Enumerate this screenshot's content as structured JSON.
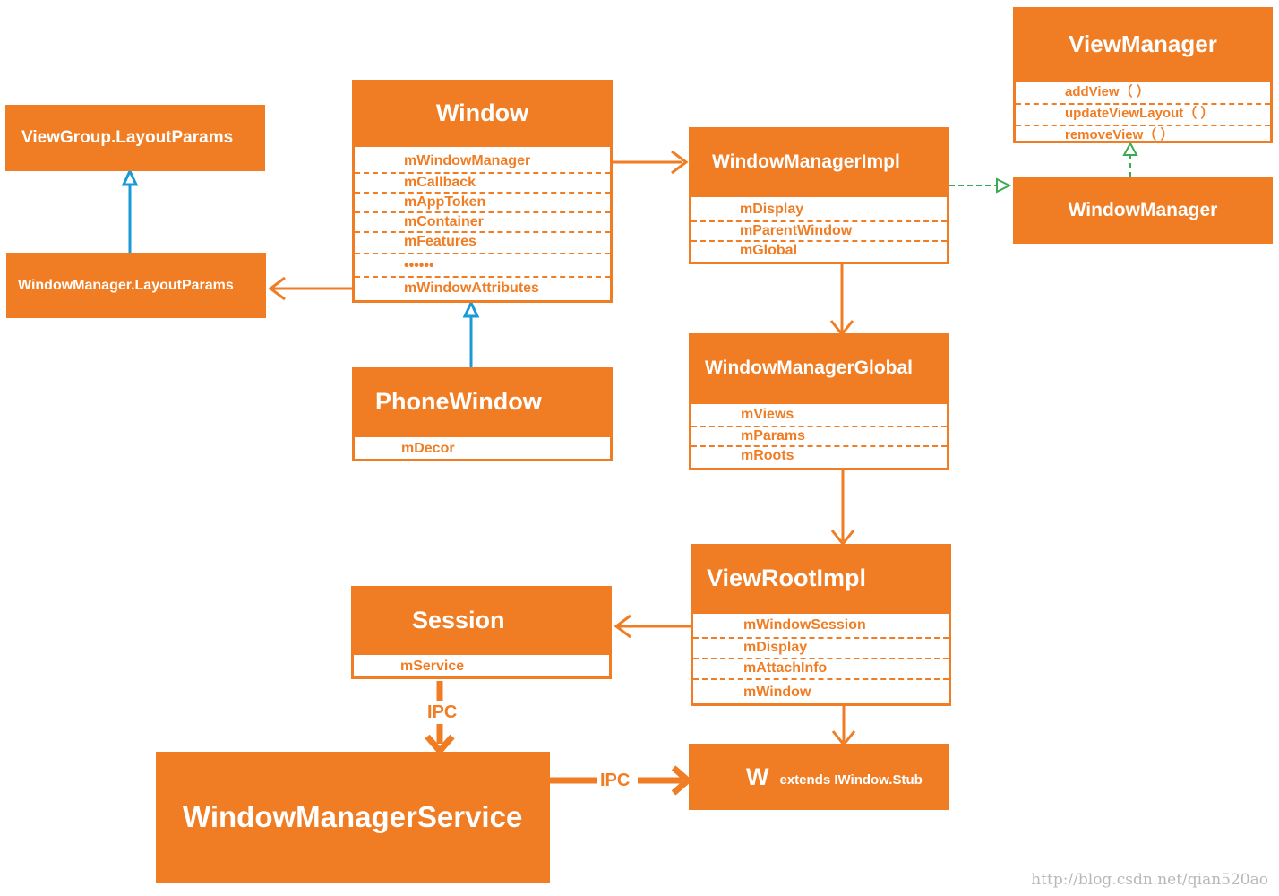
{
  "boxes": {
    "viewgroup_layoutparams": {
      "title": "ViewGroup.LayoutParams"
    },
    "windowmanager_layoutparams": {
      "title": "WindowManager.LayoutParams"
    },
    "window": {
      "title": "Window",
      "fields": [
        "mWindowManager",
        "mCallback",
        "mAppToken",
        "mContainer",
        "mFeatures",
        "••••••",
        "mWindowAttributes"
      ]
    },
    "phonewindow": {
      "title": "PhoneWindow",
      "fields": [
        "mDecor"
      ]
    },
    "windowmanagerimpl": {
      "title": "WindowManagerImpl",
      "fields": [
        "mDisplay",
        "mParentWindow",
        "mGlobal"
      ]
    },
    "viewmanager": {
      "title": "ViewManager",
      "fields": [
        "addView（ ）",
        "updateViewLayout（ ）",
        "removeView（ ）"
      ]
    },
    "windowmanager": {
      "title": "WindowManager"
    },
    "windowmanagerglobal": {
      "title": "WindowManagerGlobal",
      "fields": [
        "mViews",
        "mParams",
        "mRoots"
      ]
    },
    "viewrootimpl": {
      "title": "ViewRootImpl",
      "fields": [
        "mWindowSession",
        "mDisplay",
        "mAttachInfo",
        "mWindow"
      ]
    },
    "session": {
      "title": "Session",
      "fields": [
        "mService"
      ]
    },
    "windowmanagerservice": {
      "title": "WindowManagerService"
    },
    "w": {
      "title": "W",
      "subtitle": "extends IWindow.Stub"
    }
  },
  "connectors": {
    "ipc_vertical": "IPC",
    "ipc_horizontal": "IPC"
  },
  "watermark": "http://blog.csdn.net/qian520ao",
  "colors": {
    "box": "#f07d23",
    "inheritance_arrow": "#1a9ad6",
    "interface_arrow": "#3aaa55"
  }
}
